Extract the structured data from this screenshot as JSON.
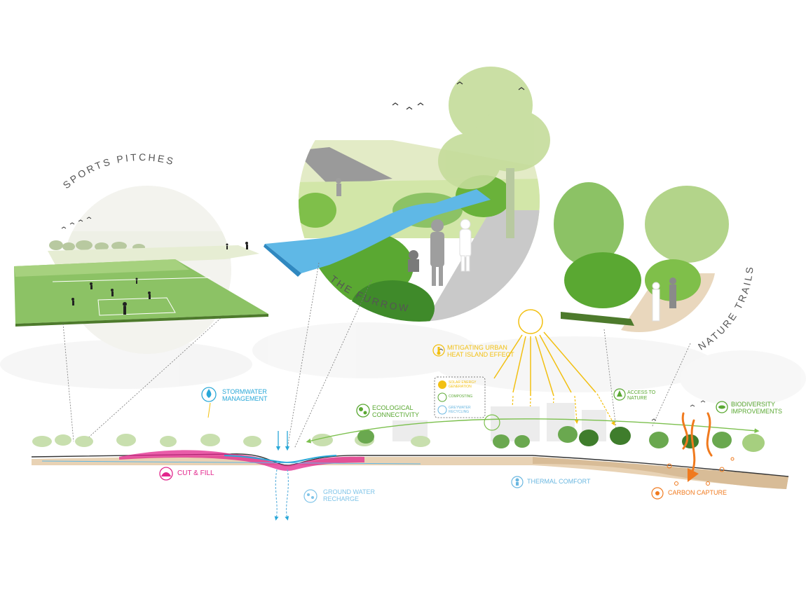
{
  "vignettes": {
    "sports_pitches": {
      "title": "SPORTS PITCHES"
    },
    "the_furrow": {
      "title": "THE FURROW"
    },
    "nature_trails": {
      "title": "NATURE TRAILS"
    }
  },
  "annotations": {
    "stormwater": {
      "line1": "STORMWATER",
      "line2": "MANAGEMENT",
      "icon": "water-drop-icon",
      "color": "#29a8d8"
    },
    "ecological": {
      "line1": "ECOLOGICAL",
      "line2": "CONNECTIVITY",
      "icon": "connectivity-icon",
      "color": "#5aa832"
    },
    "heat_island": {
      "line1": "MITIGATING URBAN",
      "line2": "HEAT ISLAND EFFECT",
      "icon": "thermometer-icon",
      "color": "#f2c012"
    },
    "legend_box": {
      "solar": {
        "line1": "SOLAR ENERGY",
        "line2": "GENERATION",
        "icon": "solar-panel-icon",
        "color": "#f2c012"
      },
      "composting": {
        "line1": "COMPOSTING",
        "icon": "recycle-icon",
        "color": "#5aa832"
      },
      "greywater": {
        "line1": "GREYWATER",
        "line2": "RECYCLING",
        "icon": "water-recycle-icon",
        "color": "#6ab7e0"
      }
    },
    "access_nature": {
      "line1": "ACCESS TO",
      "line2": "NATURE",
      "icon": "tree-icon",
      "color": "#5aa832"
    },
    "biodiversity": {
      "line1": "BIODIVERSITY",
      "line2": "IMPROVEMENTS",
      "icon": "fish-icon",
      "color": "#5aa832"
    },
    "cut_fill": {
      "line1": "CUT & FILL",
      "icon": "earth-mound-icon",
      "color": "#e2268c"
    },
    "groundwater": {
      "line1": "GROUND WATER",
      "line2": "RECHARGE",
      "icon": "water-drops-icon",
      "color": "#7fc4e8"
    },
    "thermal": {
      "line1": "THERMAL COMFORT",
      "icon": "person-cool-icon",
      "color": "#6ab7e0"
    },
    "carbon": {
      "line1": "CARBON CAPTURE",
      "icon": "co2-icon",
      "color": "#f07a1e"
    }
  },
  "colors": {
    "grass": "#8cc265",
    "grass_light": "#c9e2a6",
    "water": "#5fb8e6",
    "soil": "#e8d2b4",
    "cut_fill": "#e2268c",
    "sun": "#f2c012",
    "carbon": "#f07a1e",
    "figures": "#555555"
  }
}
